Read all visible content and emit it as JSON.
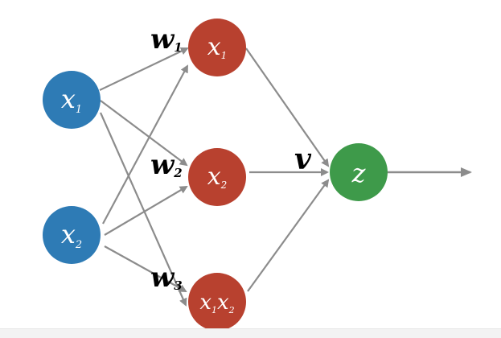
{
  "colors": {
    "input_node": "#2E7BB5",
    "hidden_node": "#B8412F",
    "output_node": "#3E9A4A",
    "edge": "#8C8C8C",
    "background": "#ffffff"
  },
  "nodes": {
    "input_1": {
      "base": "x",
      "sub": "1"
    },
    "input_2": {
      "base": "x",
      "sub": "2"
    },
    "hidden_1": {
      "base": "x",
      "sub": "1"
    },
    "hidden_2": {
      "base": "x",
      "sub": "2"
    },
    "hidden_3": {
      "part1_base": "x",
      "part1_sub": "1",
      "part2_base": "x",
      "part2_sub": "2"
    },
    "output": {
      "label": "z"
    }
  },
  "weights": {
    "w1": {
      "base": "w",
      "sub": "1"
    },
    "w2": {
      "base": "w",
      "sub": "2"
    },
    "w3": {
      "base": "w",
      "sub": "3"
    },
    "v": {
      "label": "v"
    }
  }
}
